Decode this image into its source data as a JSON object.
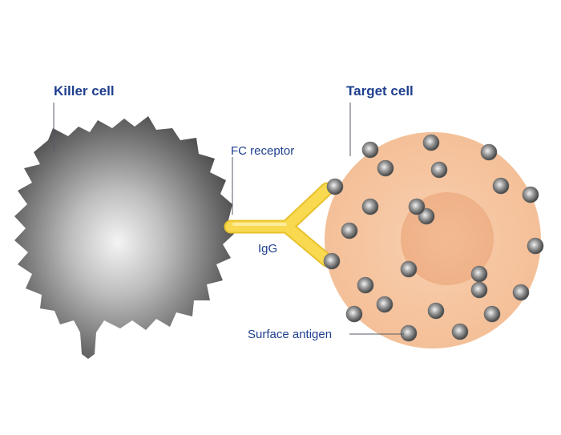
{
  "labels": {
    "killer_cell": "Killer cell",
    "target_cell": "Target cell",
    "fc_receptor": "FC receptor",
    "igg": "IgG",
    "surface_antigen": "Surface antigen"
  },
  "colors": {
    "label_text": "#1f3f8f",
    "leader_line": "#555b66",
    "antibody": "#f7d44a",
    "antibody_highlight": "#fbe88a",
    "target_cell_fill": "#f6c6a0",
    "target_nucleus": "#efb38c",
    "killer_cell_light": "#f2f2f2",
    "killer_cell_dark": "#3f3f3f",
    "antigen_light": "#e6e6e6",
    "antigen_dark": "#4a4a4a"
  },
  "antigen_count": 25
}
